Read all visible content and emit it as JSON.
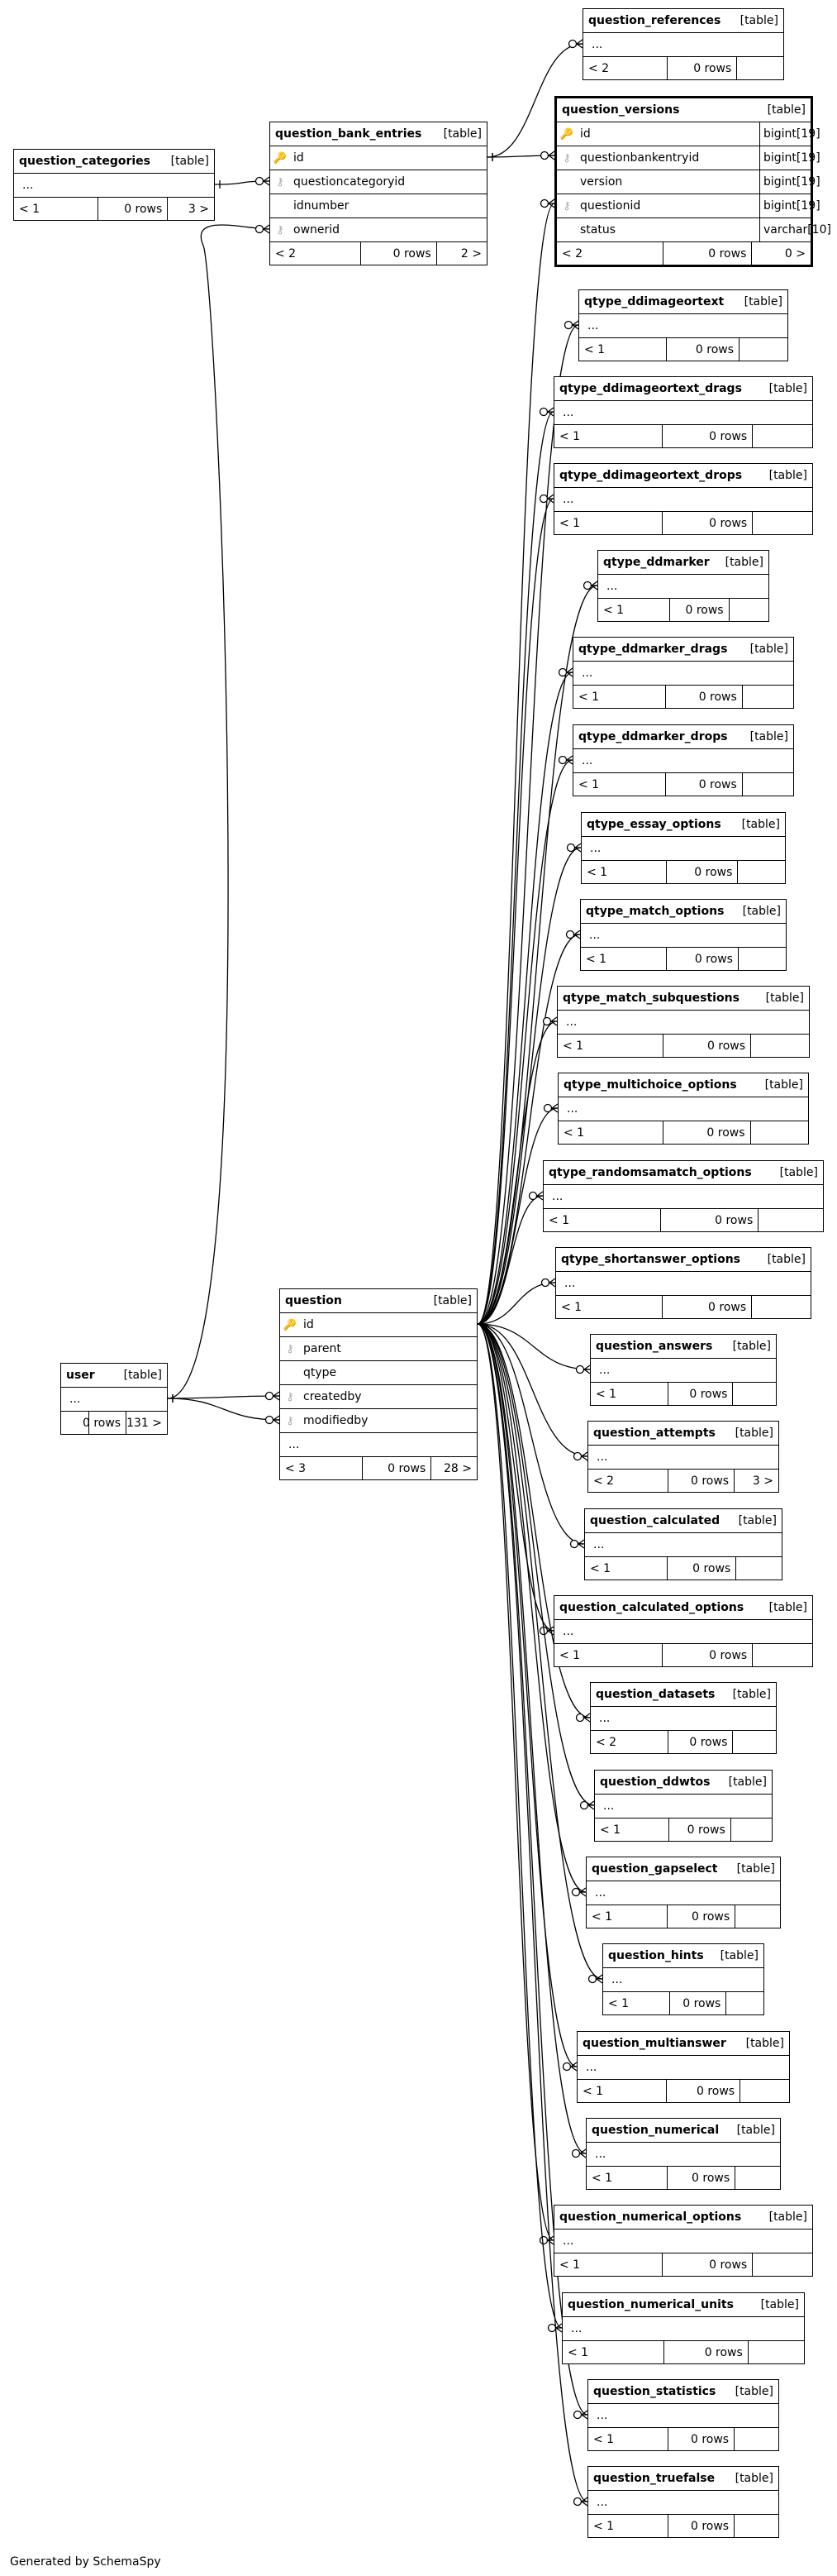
{
  "footer": "Generated by SchemaSpy",
  "icons": {
    "pk": "key-icon",
    "fk": "foreign-key-icon"
  },
  "colors": {
    "pk_key": "#e8d20a",
    "fk_key": "#aaaaaa",
    "line": "#000000"
  },
  "tables": [
    {
      "id": "question_references",
      "name": "question_references",
      "kind": "[table]",
      "cols": [
        {
          "name": "...",
          "dots": true
        }
      ],
      "foot": {
        "parents": "< 2",
        "rows": "0 rows",
        "children": ""
      }
    },
    {
      "id": "question_categories",
      "name": "question_categories",
      "kind": "[table]",
      "cols": [
        {
          "name": "...",
          "dots": true
        }
      ],
      "foot": {
        "parents": "< 1",
        "rows": "0 rows",
        "children": "3 >"
      }
    },
    {
      "id": "question_bank_entries",
      "name": "question_bank_entries",
      "kind": "[table]",
      "cols": [
        {
          "name": "id",
          "key": "pk"
        },
        {
          "name": "questioncategoryid",
          "key": "fk"
        },
        {
          "name": "idnumber"
        },
        {
          "name": "ownerid",
          "key": "fk"
        }
      ],
      "foot": {
        "parents": "< 2",
        "rows": "0 rows",
        "children": "2 >"
      }
    },
    {
      "id": "question_versions",
      "name": "question_versions",
      "kind": "[table]",
      "focus": true,
      "cols": [
        {
          "name": "id",
          "key": "pk",
          "type": "bigint[19]"
        },
        {
          "name": "questionbankentryid",
          "key": "fk",
          "type": "bigint[19]"
        },
        {
          "name": "version",
          "type": "bigint[19]"
        },
        {
          "name": "questionid",
          "key": "fk",
          "type": "bigint[19]"
        },
        {
          "name": "status",
          "type": "varchar[10]"
        }
      ],
      "foot": {
        "parents": "< 2",
        "rows": "0 rows",
        "children": "0 >"
      }
    },
    {
      "id": "qtype_ddimageortext",
      "name": "qtype_ddimageortext",
      "kind": "[table]",
      "cols": [
        {
          "name": "...",
          "dots": true
        }
      ],
      "foot": {
        "parents": "< 1",
        "rows": "0 rows",
        "children": ""
      }
    },
    {
      "id": "qtype_ddimageortext_drags",
      "name": "qtype_ddimageortext_drags",
      "kind": "[table]",
      "cols": [
        {
          "name": "...",
          "dots": true
        }
      ],
      "foot": {
        "parents": "< 1",
        "rows": "0 rows",
        "children": ""
      }
    },
    {
      "id": "qtype_ddimageortext_drops",
      "name": "qtype_ddimageortext_drops",
      "kind": "[table]",
      "cols": [
        {
          "name": "...",
          "dots": true
        }
      ],
      "foot": {
        "parents": "< 1",
        "rows": "0 rows",
        "children": ""
      }
    },
    {
      "id": "qtype_ddmarker",
      "name": "qtype_ddmarker",
      "kind": "[table]",
      "cols": [
        {
          "name": "...",
          "dots": true
        }
      ],
      "foot": {
        "parents": "< 1",
        "rows": "0 rows",
        "children": ""
      }
    },
    {
      "id": "qtype_ddmarker_drags",
      "name": "qtype_ddmarker_drags",
      "kind": "[table]",
      "cols": [
        {
          "name": "...",
          "dots": true
        }
      ],
      "foot": {
        "parents": "< 1",
        "rows": "0 rows",
        "children": ""
      }
    },
    {
      "id": "qtype_ddmarker_drops",
      "name": "qtype_ddmarker_drops",
      "kind": "[table]",
      "cols": [
        {
          "name": "...",
          "dots": true
        }
      ],
      "foot": {
        "parents": "< 1",
        "rows": "0 rows",
        "children": ""
      }
    },
    {
      "id": "qtype_essay_options",
      "name": "qtype_essay_options",
      "kind": "[table]",
      "cols": [
        {
          "name": "...",
          "dots": true
        }
      ],
      "foot": {
        "parents": "< 1",
        "rows": "0 rows",
        "children": ""
      }
    },
    {
      "id": "qtype_match_options",
      "name": "qtype_match_options",
      "kind": "[table]",
      "cols": [
        {
          "name": "...",
          "dots": true
        }
      ],
      "foot": {
        "parents": "< 1",
        "rows": "0 rows",
        "children": ""
      }
    },
    {
      "id": "qtype_match_subquestions",
      "name": "qtype_match_subquestions",
      "kind": "[table]",
      "cols": [
        {
          "name": "...",
          "dots": true
        }
      ],
      "foot": {
        "parents": "< 1",
        "rows": "0 rows",
        "children": ""
      }
    },
    {
      "id": "qtype_multichoice_options",
      "name": "qtype_multichoice_options",
      "kind": "[table]",
      "cols": [
        {
          "name": "...",
          "dots": true
        }
      ],
      "foot": {
        "parents": "< 1",
        "rows": "0 rows",
        "children": ""
      }
    },
    {
      "id": "qtype_randomsamatch_options",
      "name": "qtype_randomsamatch_options",
      "kind": "[table]",
      "cols": [
        {
          "name": "...",
          "dots": true
        }
      ],
      "foot": {
        "parents": "< 1",
        "rows": "0 rows",
        "children": ""
      }
    },
    {
      "id": "qtype_shortanswer_options",
      "name": "qtype_shortanswer_options",
      "kind": "[table]",
      "cols": [
        {
          "name": "...",
          "dots": true
        }
      ],
      "foot": {
        "parents": "< 1",
        "rows": "0 rows",
        "children": ""
      }
    },
    {
      "id": "question",
      "name": "question",
      "kind": "[table]",
      "cols": [
        {
          "name": "id",
          "key": "pk"
        },
        {
          "name": "parent",
          "key": "fk"
        },
        {
          "name": "qtype"
        },
        {
          "name": "createdby",
          "key": "fk"
        },
        {
          "name": "modifiedby",
          "key": "fk"
        },
        {
          "name": "...",
          "dots": true
        }
      ],
      "foot": {
        "parents": "< 3",
        "rows": "0 rows",
        "children": "28 >"
      }
    },
    {
      "id": "user",
      "name": "user",
      "kind": "[table]",
      "cols": [
        {
          "name": "...",
          "dots": true
        }
      ],
      "foot": {
        "parents": "",
        "rows": "0 rows",
        "children": "131 >"
      }
    },
    {
      "id": "question_answers",
      "name": "question_answers",
      "kind": "[table]",
      "cols": [
        {
          "name": "...",
          "dots": true
        }
      ],
      "foot": {
        "parents": "< 1",
        "rows": "0 rows",
        "children": ""
      }
    },
    {
      "id": "question_attempts",
      "name": "question_attempts",
      "kind": "[table]",
      "cols": [
        {
          "name": "...",
          "dots": true
        }
      ],
      "foot": {
        "parents": "< 2",
        "rows": "0 rows",
        "children": "3 >"
      }
    },
    {
      "id": "question_calculated",
      "name": "question_calculated",
      "kind": "[table]",
      "cols": [
        {
          "name": "...",
          "dots": true
        }
      ],
      "foot": {
        "parents": "< 1",
        "rows": "0 rows",
        "children": ""
      }
    },
    {
      "id": "question_calculated_options",
      "name": "question_calculated_options",
      "kind": "[table]",
      "cols": [
        {
          "name": "...",
          "dots": true
        }
      ],
      "foot": {
        "parents": "< 1",
        "rows": "0 rows",
        "children": ""
      }
    },
    {
      "id": "question_datasets",
      "name": "question_datasets",
      "kind": "[table]",
      "cols": [
        {
          "name": "...",
          "dots": true
        }
      ],
      "foot": {
        "parents": "< 2",
        "rows": "0 rows",
        "children": ""
      }
    },
    {
      "id": "question_ddwtos",
      "name": "question_ddwtos",
      "kind": "[table]",
      "cols": [
        {
          "name": "...",
          "dots": true
        }
      ],
      "foot": {
        "parents": "< 1",
        "rows": "0 rows",
        "children": ""
      }
    },
    {
      "id": "question_gapselect",
      "name": "question_gapselect",
      "kind": "[table]",
      "cols": [
        {
          "name": "...",
          "dots": true
        }
      ],
      "foot": {
        "parents": "< 1",
        "rows": "0 rows",
        "children": ""
      }
    },
    {
      "id": "question_hints",
      "name": "question_hints",
      "kind": "[table]",
      "cols": [
        {
          "name": "...",
          "dots": true
        }
      ],
      "foot": {
        "parents": "< 1",
        "rows": "0 rows",
        "children": ""
      }
    },
    {
      "id": "question_multianswer",
      "name": "question_multianswer",
      "kind": "[table]",
      "cols": [
        {
          "name": "...",
          "dots": true
        }
      ],
      "foot": {
        "parents": "< 1",
        "rows": "0 rows",
        "children": ""
      }
    },
    {
      "id": "question_numerical",
      "name": "question_numerical",
      "kind": "[table]",
      "cols": [
        {
          "name": "...",
          "dots": true
        }
      ],
      "foot": {
        "parents": "< 1",
        "rows": "0 rows",
        "children": ""
      }
    },
    {
      "id": "question_numerical_options",
      "name": "question_numerical_options",
      "kind": "[table]",
      "cols": [
        {
          "name": "...",
          "dots": true
        }
      ],
      "foot": {
        "parents": "< 1",
        "rows": "0 rows",
        "children": ""
      }
    },
    {
      "id": "question_numerical_units",
      "name": "question_numerical_units",
      "kind": "[table]",
      "cols": [
        {
          "name": "...",
          "dots": true
        }
      ],
      "foot": {
        "parents": "< 1",
        "rows": "0 rows",
        "children": ""
      }
    },
    {
      "id": "question_statistics",
      "name": "question_statistics",
      "kind": "[table]",
      "cols": [
        {
          "name": "...",
          "dots": true
        }
      ],
      "foot": {
        "parents": "< 1",
        "rows": "0 rows",
        "children": ""
      }
    },
    {
      "id": "question_truefalse",
      "name": "question_truefalse",
      "kind": "[table]",
      "cols": [
        {
          "name": "...",
          "dots": true
        }
      ],
      "foot": {
        "parents": "< 1",
        "rows": "0 rows",
        "children": ""
      }
    }
  ]
}
